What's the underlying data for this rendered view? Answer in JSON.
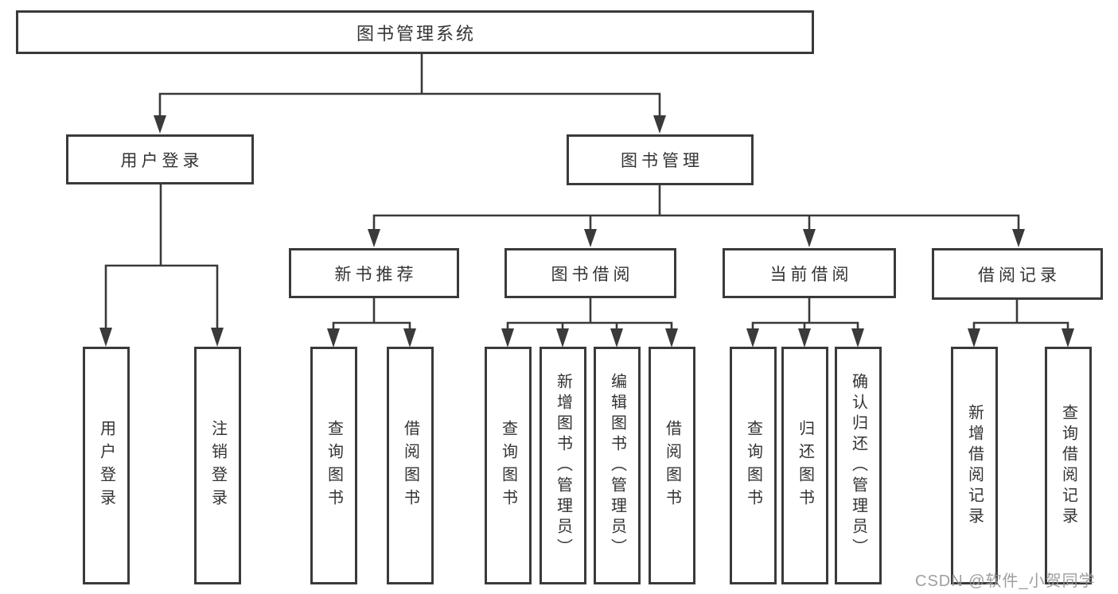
{
  "diagram": {
    "root": {
      "label": "图书管理系统"
    },
    "branches": [
      {
        "label": "用户登录",
        "children": [
          {
            "label": "用户登录"
          },
          {
            "label": "注销登录"
          }
        ]
      },
      {
        "label": "图书管理",
        "children": [
          {
            "label": "新书推荐",
            "children": [
              {
                "label": "查询图书"
              },
              {
                "label": "借阅图书"
              }
            ]
          },
          {
            "label": "图书借阅",
            "children": [
              {
                "label": "查询图书"
              },
              {
                "label": "新增图书（管理员）"
              },
              {
                "label": "编辑图书（管理员）"
              },
              {
                "label": "借阅图书"
              }
            ]
          },
          {
            "label": "当前借阅",
            "children": [
              {
                "label": "查询图书"
              },
              {
                "label": "归还图书"
              },
              {
                "label": "确认归还（管理员）"
              }
            ]
          },
          {
            "label": "借阅记录",
            "children": [
              {
                "label": "新增借阅记录"
              },
              {
                "label": "查询借阅记录"
              }
            ]
          }
        ]
      }
    ],
    "watermark": "CSDN @软件_小贺同学",
    "colors": {
      "line": "#3a3a3a",
      "box_border": "#3a3a3a",
      "text": "#333333",
      "watermark": "#949494",
      "background": "#ffffff"
    }
  }
}
